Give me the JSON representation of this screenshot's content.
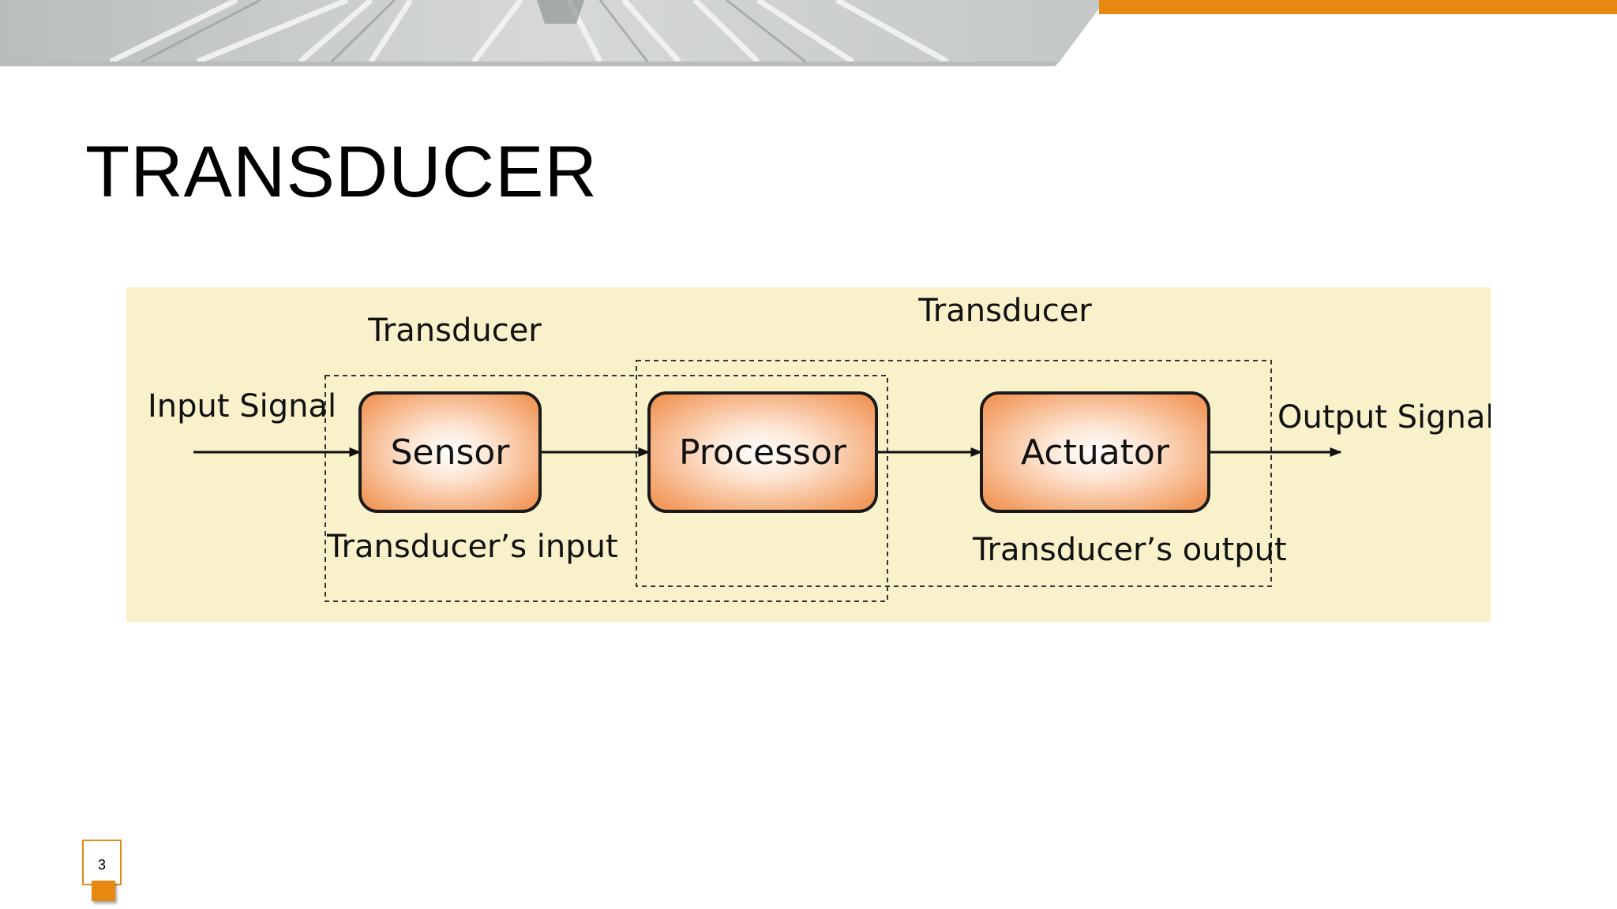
{
  "slide": {
    "title": "TRANSDUCER",
    "page_number": "3"
  },
  "theme": {
    "accent": "#e8890f",
    "panel_bg": "#f8f1ca",
    "block_fill": "#f29a5e"
  },
  "diagram": {
    "group_label_left": "Transducer",
    "group_label_right": "Transducer",
    "input_label": "Input Signal",
    "output_label": "Output Signal",
    "blocks": [
      {
        "label": "Sensor"
      },
      {
        "label": "Processor"
      },
      {
        "label": "Actuator"
      }
    ],
    "sub_label_input": "Transducer’s input",
    "sub_label_output": "Transducer’s output"
  }
}
